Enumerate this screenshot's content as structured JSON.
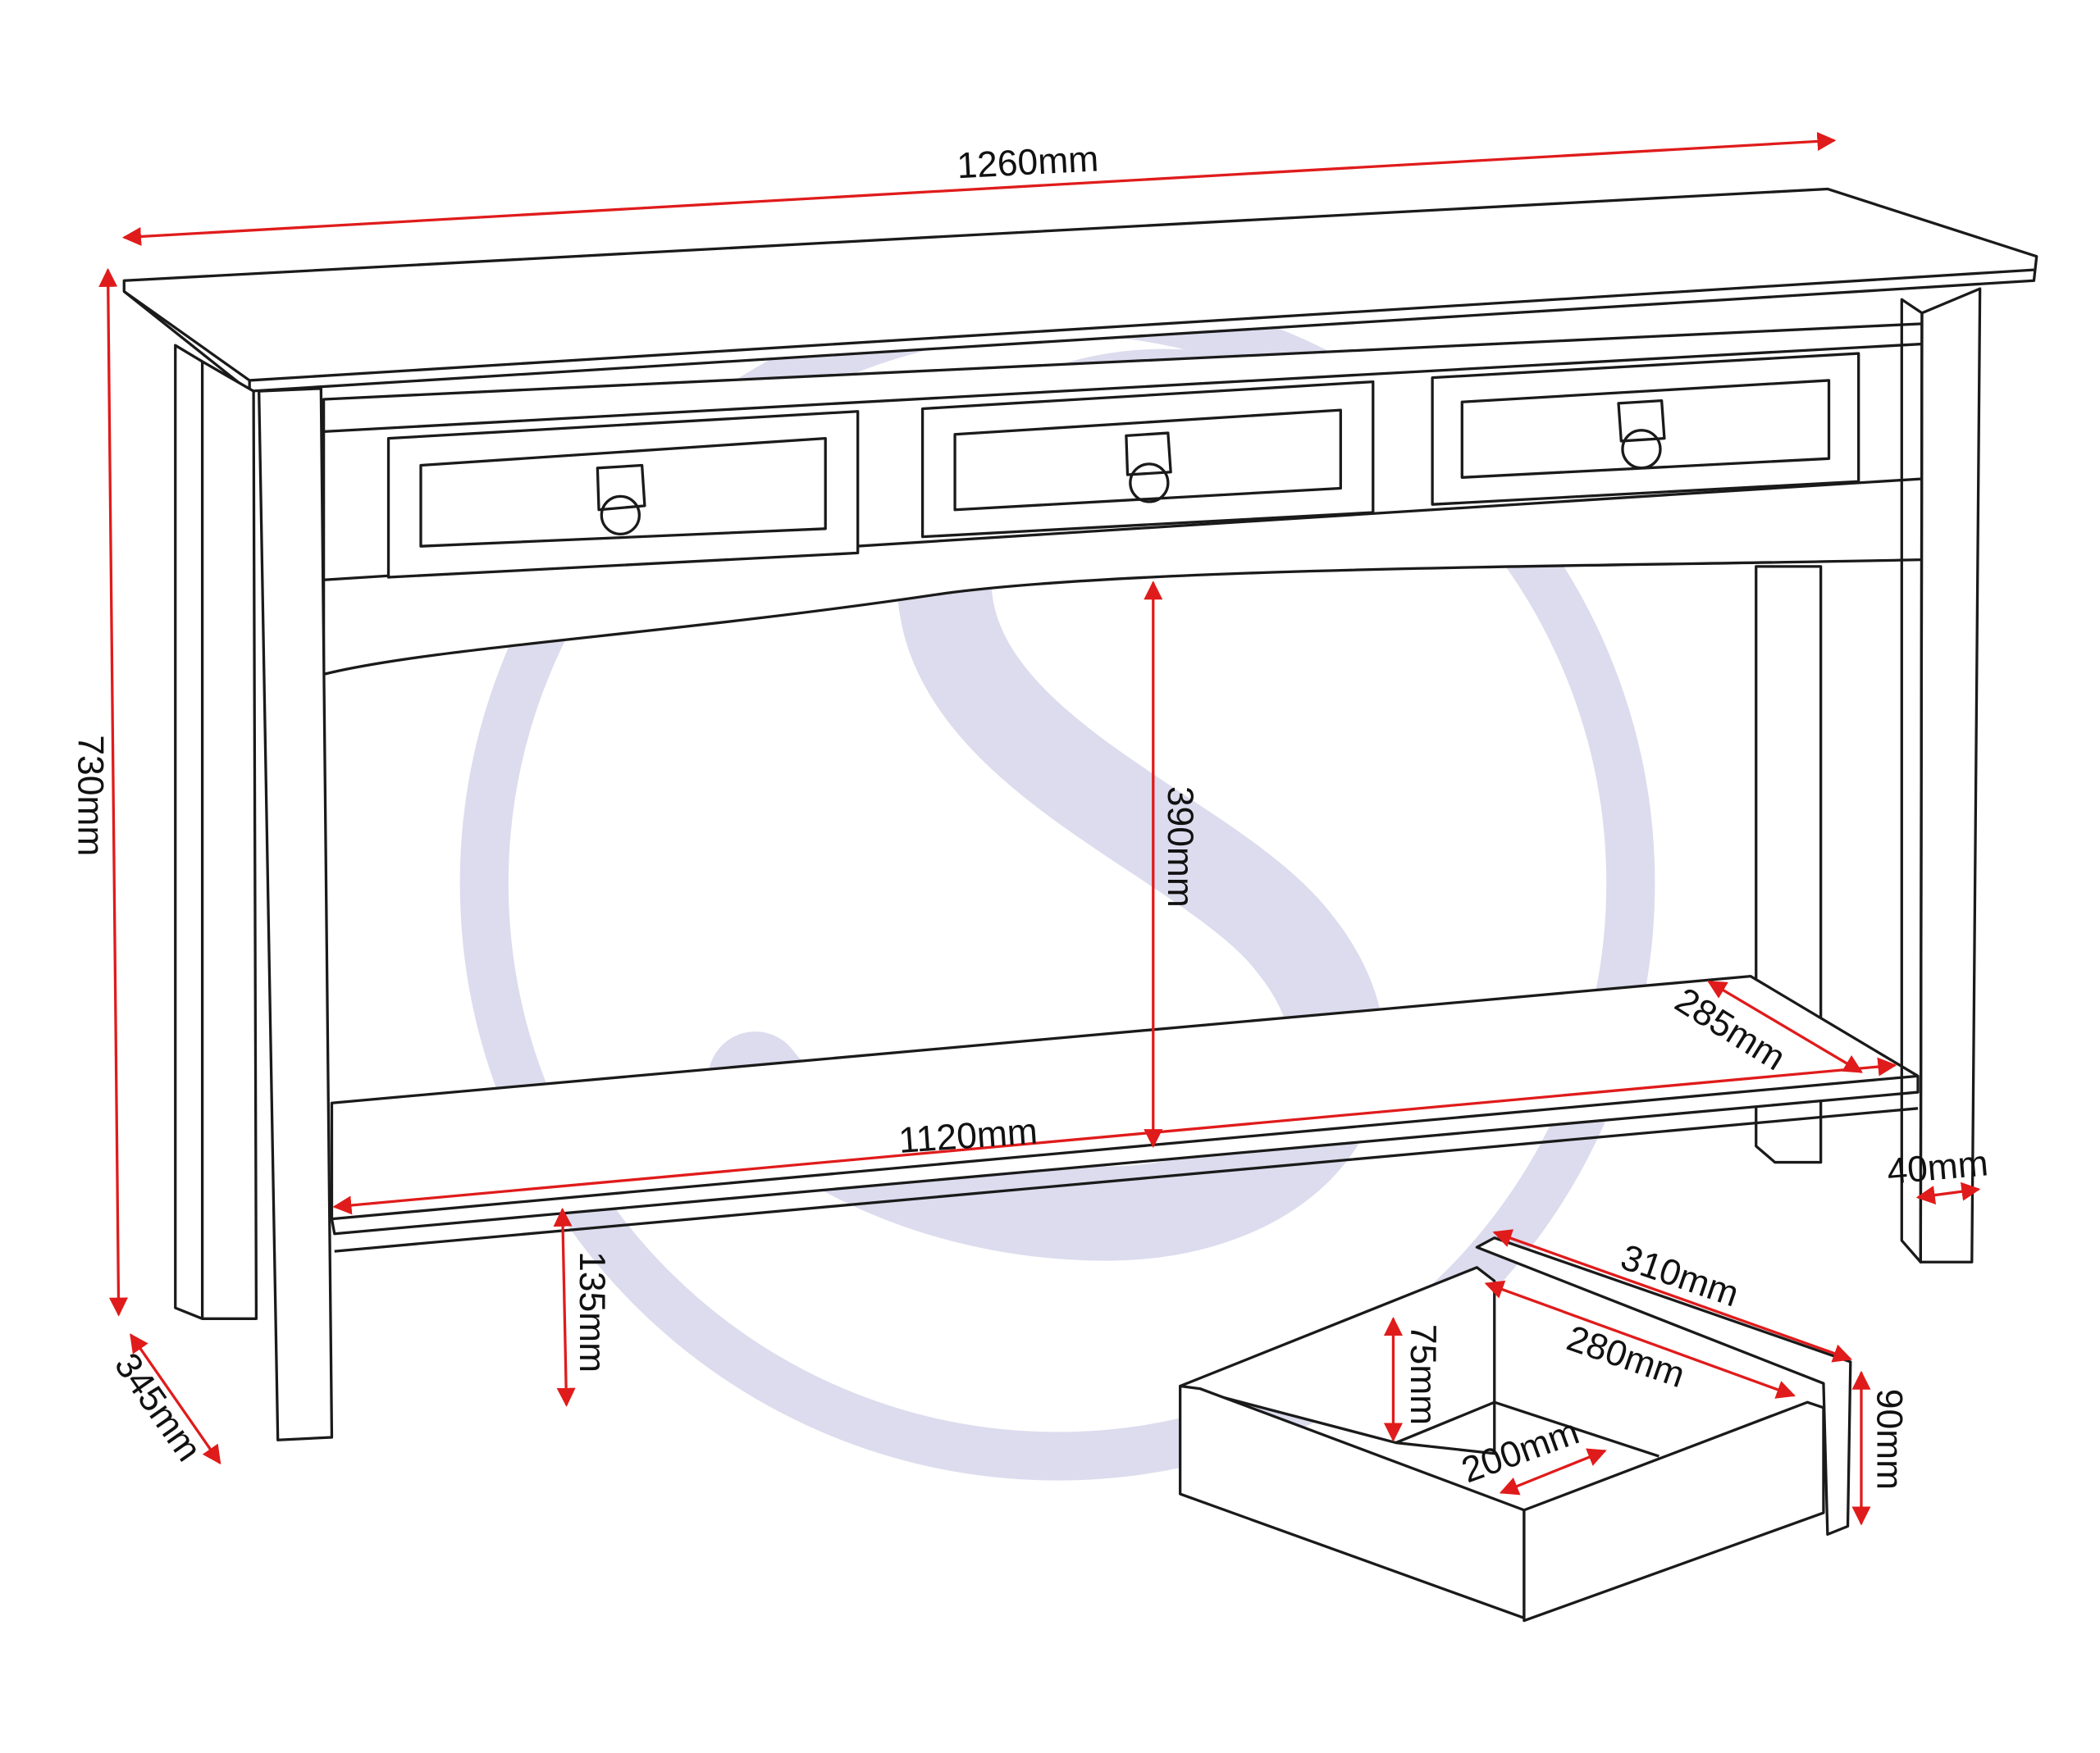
{
  "diagram": {
    "subject": "Console table with 3 drawers and undershelf",
    "colors": {
      "line": "#1a1a1a",
      "dimension": "#e01b1b",
      "watermark": "#dcdcee",
      "background": "#ffffff"
    },
    "watermark": {
      "logo": "S-circle-logo"
    },
    "drawers": [
      {
        "name": "drawer-left",
        "handle": "ring-pull-handle"
      },
      {
        "name": "drawer-middle",
        "handle": "ring-pull-handle"
      },
      {
        "name": "drawer-right",
        "handle": "ring-pull-handle"
      }
    ],
    "dimensions": {
      "overall_width": "1260mm",
      "overall_height": "730mm",
      "overall_depth": "345mm",
      "under_drawer_clearance": "390mm",
      "shelf_width": "1120mm",
      "shelf_depth": "285mm",
      "shelf_height_from_floor": "135mm",
      "leg_width": "40mm",
      "drawer_front_width": "310mm",
      "drawer_internal_length": "280mm",
      "drawer_internal_height": "75mm",
      "drawer_front_height": "90mm",
      "drawer_internal_width": "200mm"
    }
  }
}
